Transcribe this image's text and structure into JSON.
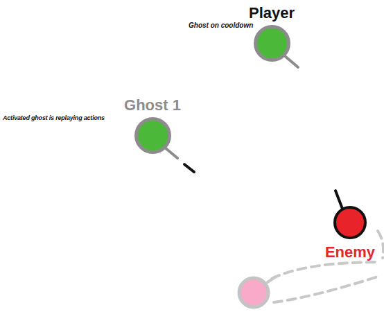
{
  "diagram": {
    "nodes": [
      {
        "text": [
          "Player"
        ]
      },
      {
        "text": [
          "Ghost 1"
        ]
      },
      {
        "text": [
          "Enemy"
        ]
      }
    ],
    "labels": [
      "Ghost on cooldown",
      "Activated ghost is replaying actions"
    ]
  }
}
